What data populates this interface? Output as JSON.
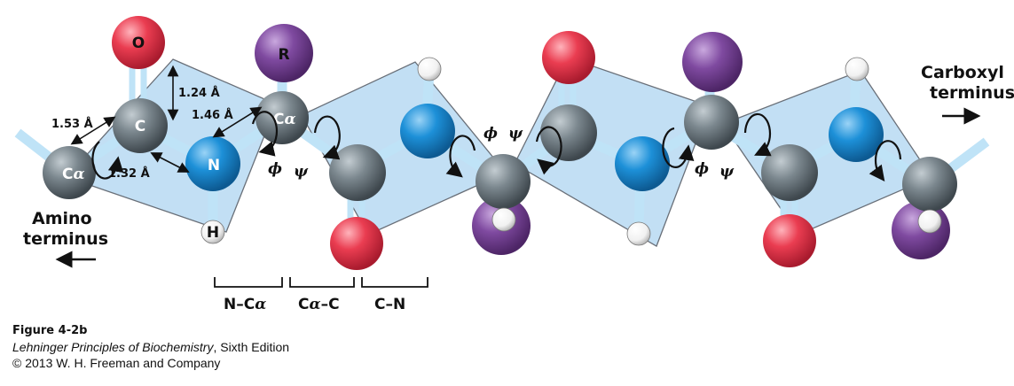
{
  "atoms": {
    "oxygen": "O",
    "carbon": "C",
    "nitrogen": "N",
    "hydrogen": "H",
    "r_group": "R",
    "c_alpha_c": "C",
    "c_alpha_sub": "α"
  },
  "measurements": {
    "ca_c": "1.53 Å",
    "c_o": "1.24 Å",
    "n_ca": "1.46 Å",
    "c_n": "1.32 Å"
  },
  "angles": {
    "phi": "ϕ",
    "psi": "ψ"
  },
  "termini": {
    "carboxyl_line1": "Carboxyl",
    "carboxyl_line2": "terminus",
    "amino_line1": "Amino",
    "amino_line2": "terminus"
  },
  "bond_labels": {
    "n_ca_prefix": "N–C",
    "ca_c_suffix": "–C",
    "c_n": "C–N"
  },
  "caption": {
    "figure": "Figure 4-2b",
    "book_title": "Lehninger Principles of Biochemistry",
    "book_edition": ", Sixth Edition",
    "copyright": "© 2013 W. H. Freeman and Company"
  },
  "colors": {
    "plane_fill": "#bcdcf3",
    "plane_stroke": "#59606a",
    "bond": "#bfe3f7",
    "carbon": "#6e7a80",
    "nitrogen": "#1b8fd6",
    "oxygen": "#e53b4f",
    "r_group": "#7e4a9e",
    "hydrogen": "#ffffff"
  }
}
